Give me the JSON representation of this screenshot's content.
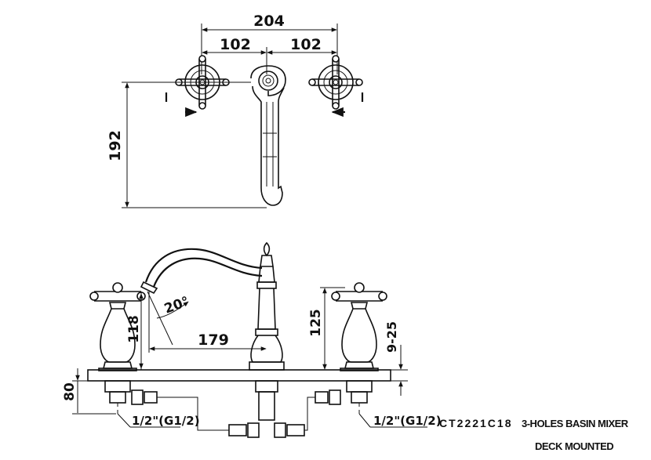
{
  "top_view": {
    "dim_overall": "204",
    "dim_left_half": "102",
    "dim_right_half": "102",
    "dim_depth": "192"
  },
  "front_view": {
    "dim_spout_height": "118",
    "dim_spout_angle": "20°",
    "dim_spout_reach": "179",
    "dim_handle_height": "125",
    "dim_deck_thickness": "9-25",
    "dim_under_deck": "80",
    "inlet_left": "1/2\"(G1/2)",
    "inlet_right": "1/2\"(G1/2)"
  },
  "caption": {
    "model": "CT2221C18",
    "title": "3-HOLES BASIN MIXER",
    "subtitle": "DECK MOUNTED"
  }
}
